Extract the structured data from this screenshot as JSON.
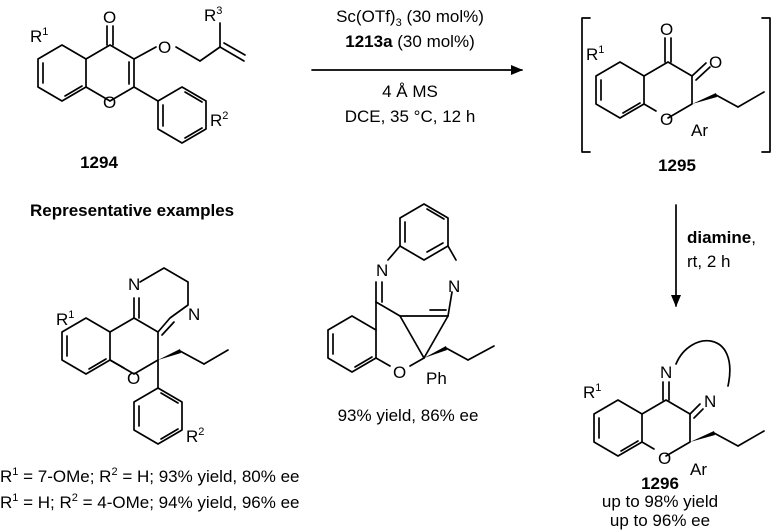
{
  "compounds": {
    "start": "1294",
    "intermediate": "1295",
    "product": "1296"
  },
  "atoms": {
    "O": "O",
    "N": "N",
    "R1": "R",
    "R1_sup": "1",
    "R2": "R",
    "R2_sup": "2",
    "R3": "R",
    "R3_sup": "3",
    "Ar": "Ar",
    "Ph": "Ph"
  },
  "conditions": {
    "line1_a": "Sc(OTf)",
    "line1_sub": "3",
    "line1_b": " (30 mol%)",
    "line2_bold": "1213a",
    "line2_rest": " (30 mol%)",
    "line3": "4 Å MS",
    "line4": "DCE, 35 °C, 12 h"
  },
  "step2": {
    "reagent": "diamine",
    "comma": ",",
    "line2": "rt, 2 h"
  },
  "examples": {
    "heading": "Representative examples",
    "yield_phenazine": "93% yield, 86% ee",
    "row1_a": "R",
    "row1_b": "1",
    "row1_c": " = 7-OMe; R",
    "row1_d": "2",
    "row1_e": " = H; 93% yield, 80% ee",
    "row2_a": "R",
    "row2_b": "1",
    "row2_c": " = H; R",
    "row2_d": "2",
    "row2_e": " = 4-OMe; 94% yield, 96% ee"
  },
  "product_summary": {
    "yield": "up to 98% yield",
    "ee": "up to 96% ee"
  }
}
